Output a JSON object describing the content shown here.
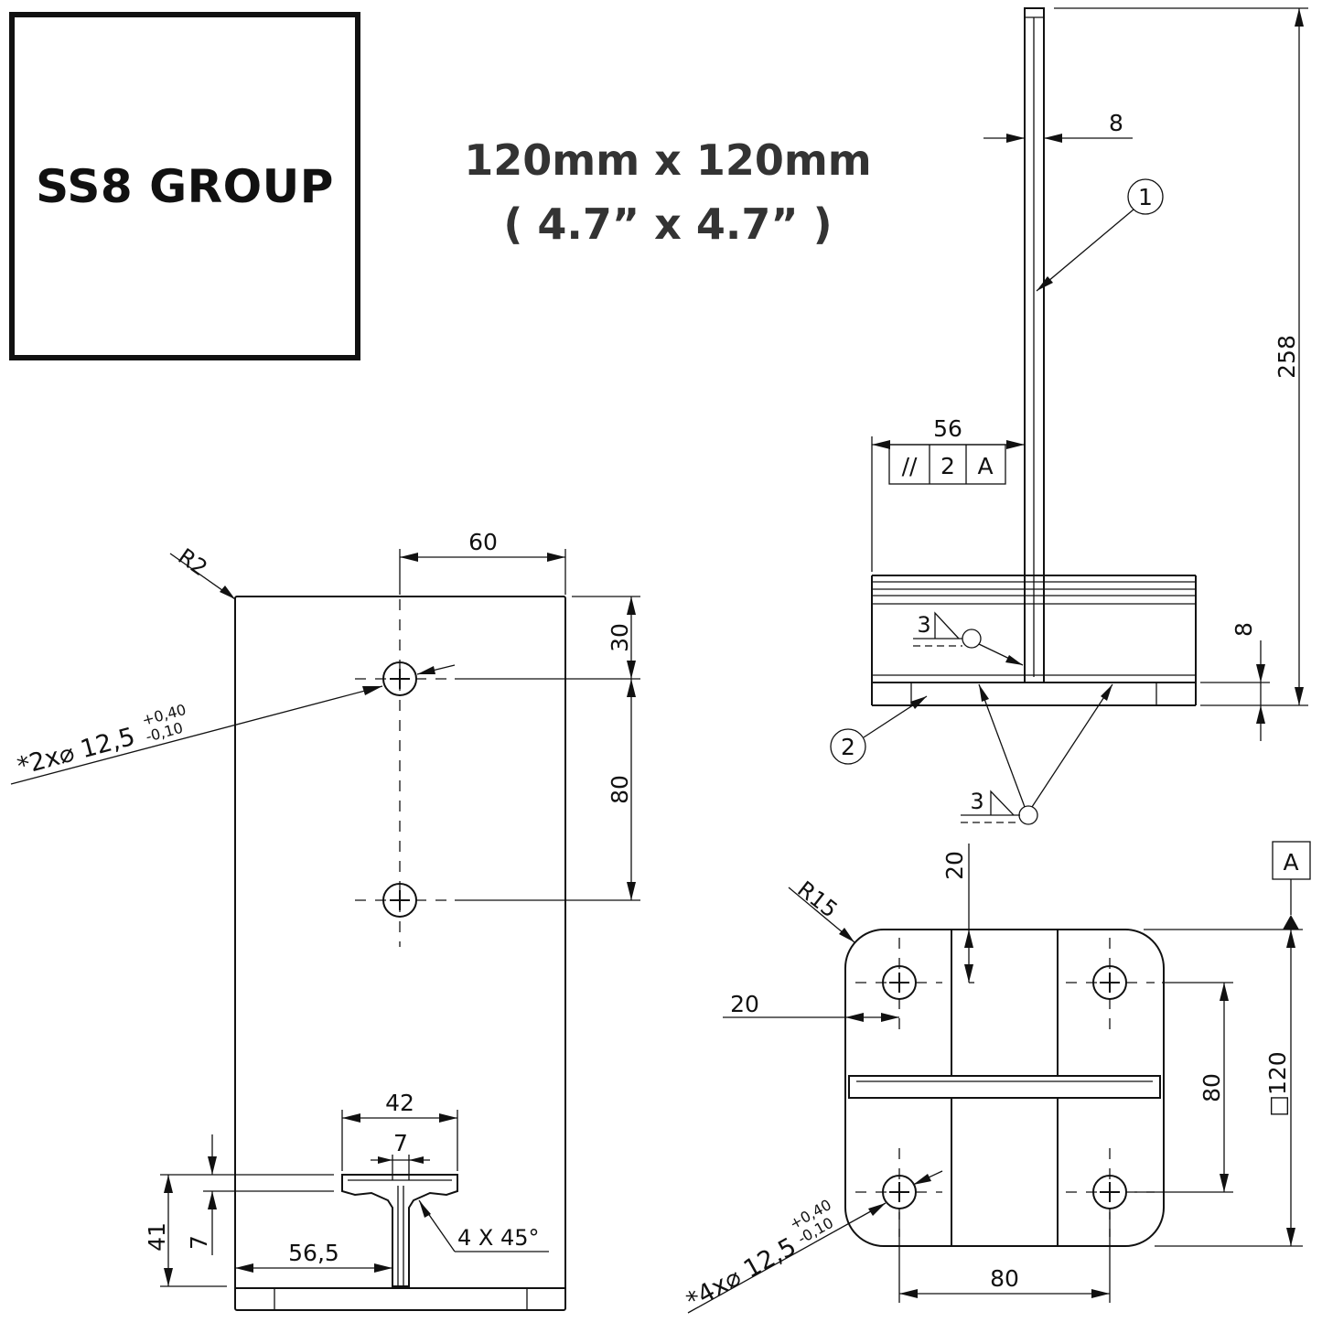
{
  "logo": {
    "text": "SS8 GROUP"
  },
  "size": {
    "metric": "120mm x 120mm",
    "imperial": "( 4.7” x 4.7” )"
  },
  "front_view": {
    "radius": "R2",
    "width_top": "60",
    "dim_30": "30",
    "dim_80": "80",
    "hole_note": "*2x⌀ 12,5",
    "tol_plus": "+0,40",
    "tol_minus": "-0,10",
    "flange_width": "42",
    "web_thickness": "7",
    "offset": "56,5",
    "height_41": "41",
    "height_7": "7",
    "chamfer": "4 X 45°"
  },
  "side_view": {
    "thickness_top": "8",
    "balloon_1": "1",
    "balloon_2": "2",
    "height_258": "258",
    "dim_56": "56",
    "fcf_symbol": "//",
    "fcf_value": "2",
    "fcf_datum": "A",
    "weld_1": "3",
    "weld_2": "3",
    "plate_thickness": "8"
  },
  "plan_view": {
    "radius": "R15",
    "dim_20_top": "20",
    "dim_20_left": "20",
    "datum": "A",
    "dim_80_vertical": "80",
    "dim_80_horizontal": "80",
    "square_120": "□120",
    "hole_note": "*4x⌀ 12,5",
    "tol_plus": "+0,40",
    "tol_minus": "-0,10"
  }
}
